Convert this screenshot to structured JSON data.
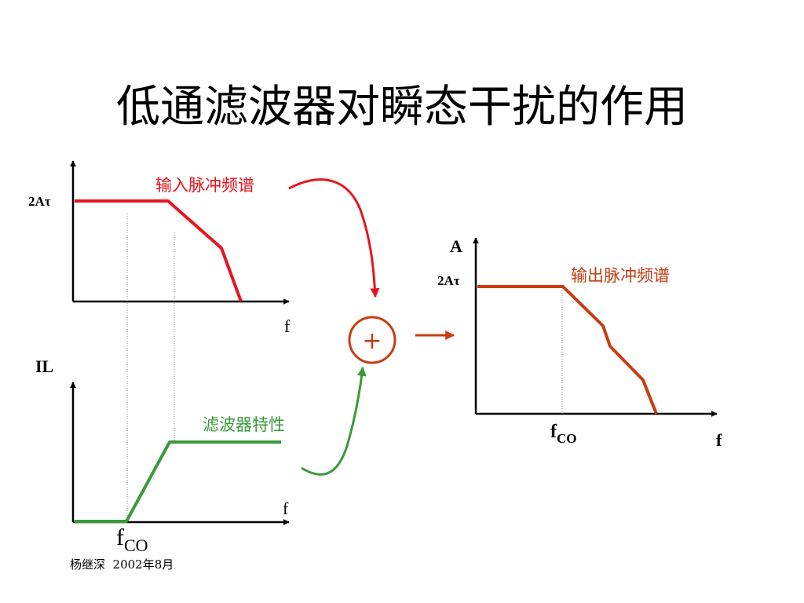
{
  "title": "低通滤波器对瞬态干扰的作用",
  "colors": {
    "input_spectrum": "#e8141e",
    "filter_curve": "#3a9a3a",
    "output_spectrum": "#c83c12",
    "axis": "#000000",
    "guide": "#888888"
  },
  "input_chart": {
    "y_tick": "2Aτ",
    "x_label": "f",
    "curve_label": "输入脉冲频谱"
  },
  "filter_chart": {
    "y_label": "IL",
    "x_label": "f",
    "curve_label": "滤波器特性",
    "cutoff_main": "f",
    "cutoff_sub": "CO"
  },
  "summer": {
    "symbol": "+"
  },
  "output_chart": {
    "y_label": "A",
    "y_tick": "2Aτ",
    "x_label": "f",
    "curve_label": "输出脉冲频谱",
    "cutoff_main": "f",
    "cutoff_sub": "CO"
  },
  "footer": "杨继深  2002年8月"
}
